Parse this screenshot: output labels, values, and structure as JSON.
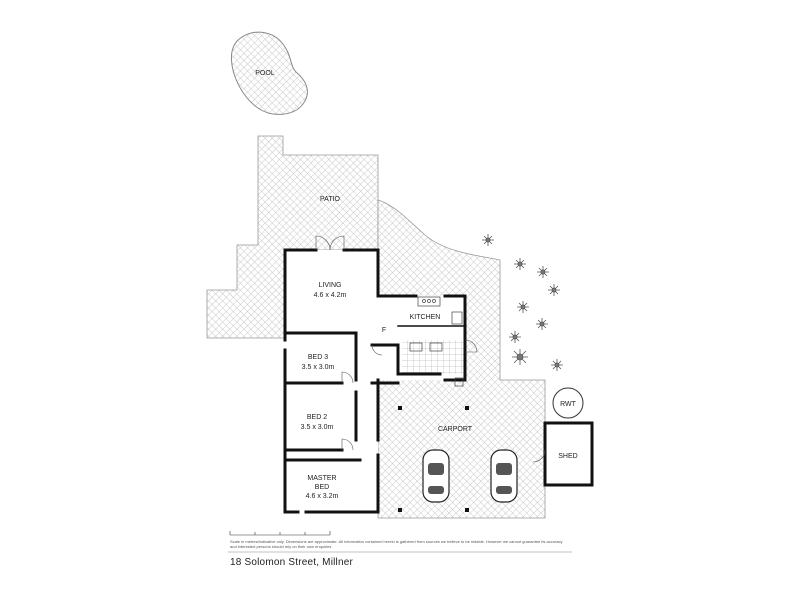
{
  "address": "18 Solomon Street, Millner",
  "disclaimer": "Scale in metres/indicative only. Dimensions are approximate. All information contained herein is gathered from sources we believe to be reliable. However we cannot guarantee its accuracy and interested persons should rely on their own enquiries",
  "rooms": {
    "pool": "POOL",
    "patio": "PATIO",
    "living": "LIVING",
    "living_dim": "4.6 x 4.2m",
    "kitchen": "KITCHEN",
    "fridge": "F",
    "bed3": "BED 3",
    "bed3_dim": "3.5 x 3.0m",
    "bed2": "BED 2",
    "bed2_dim": "3.5 x 3.0m",
    "master1": "MASTER",
    "master2": "BED",
    "master_dim": "4.6 x 3.2m",
    "carport": "CARPORT",
    "shed": "SHED",
    "rwt": "RWT"
  },
  "colors": {
    "wall": "#111111",
    "paving": "#c9c9c9",
    "line": "#888888"
  }
}
